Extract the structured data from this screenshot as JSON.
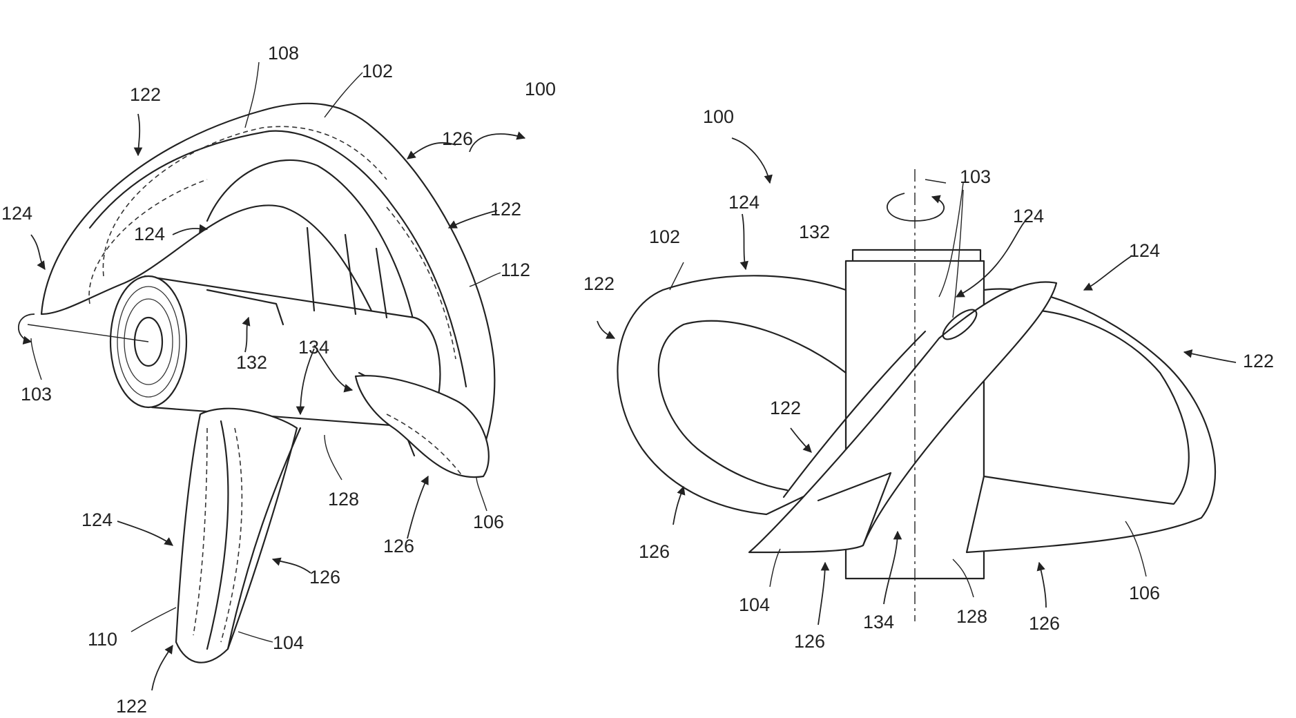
{
  "figure_left": {
    "labels": {
      "l100": "100",
      "l102": "102",
      "l103": "103",
      "l104": "104",
      "l106": "106",
      "l108": "108",
      "l110": "110",
      "l112": "112",
      "l122a": "122",
      "l122b": "122",
      "l122c": "122",
      "l124a": "124",
      "l124b": "124",
      "l124c": "124",
      "l126a": "126",
      "l126b": "126",
      "l126c": "126",
      "l128": "128",
      "l132": "132",
      "l134": "134"
    }
  },
  "figure_right": {
    "labels": {
      "r100": "100",
      "r102": "102",
      "r103": "103",
      "r104": "104",
      "r106": "106",
      "r122a": "122",
      "r122b": "122",
      "r122c": "122",
      "r124a": "124",
      "r124b": "124",
      "r124c": "124",
      "r126a": "126",
      "r126b": "126",
      "r126c": "126",
      "r128": "128",
      "r132": "132",
      "r134": "134"
    }
  }
}
